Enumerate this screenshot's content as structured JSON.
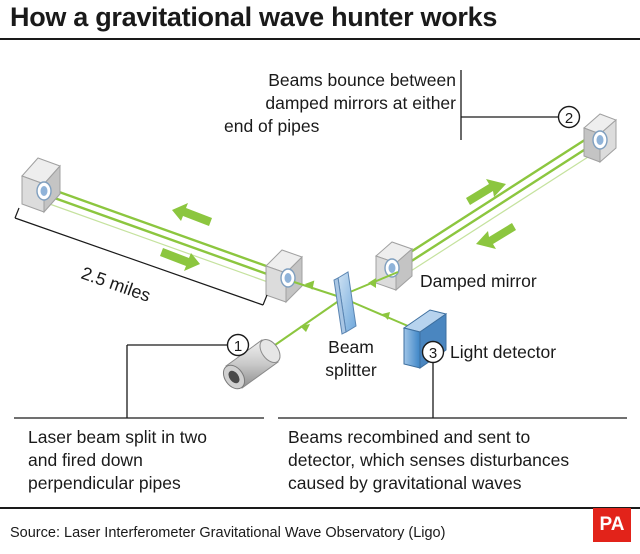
{
  "title": "How a gravitational wave hunter works",
  "labels": {
    "beams_bounce": [
      "Beams bounce between",
      "damped mirrors at either",
      "end of pipes"
    ],
    "length": "2.5 miles",
    "damped_mirror": "Damped mirror",
    "beam_splitter": [
      "Beam",
      "splitter"
    ],
    "light_detector": "Light detector",
    "laser_beam": [
      "Laser beam split in two",
      "and fired down",
      "perpendicular pipes"
    ],
    "recombined": [
      "Beams recombined and sent to",
      "detector, which senses disturbances",
      "caused by gravitational waves"
    ]
  },
  "steps": [
    "1",
    "2",
    "3"
  ],
  "source": "Source: Laser Interferometer Gravitational Wave Observatory (Ligo)",
  "logo": "PA",
  "colors": {
    "beam_green": "#8cc63f",
    "arrow_green": "#8cc63f",
    "mirror_frame": "#d9dade",
    "mirror_blue": "#8fb3d9",
    "detector_blue": "#5b9bd5",
    "logo_red": "#e2231a",
    "text": "#1a1a1a"
  },
  "icons": [
    "laser-emitter",
    "beam-splitter-glass",
    "light-detector-box",
    "mirror-box"
  ]
}
